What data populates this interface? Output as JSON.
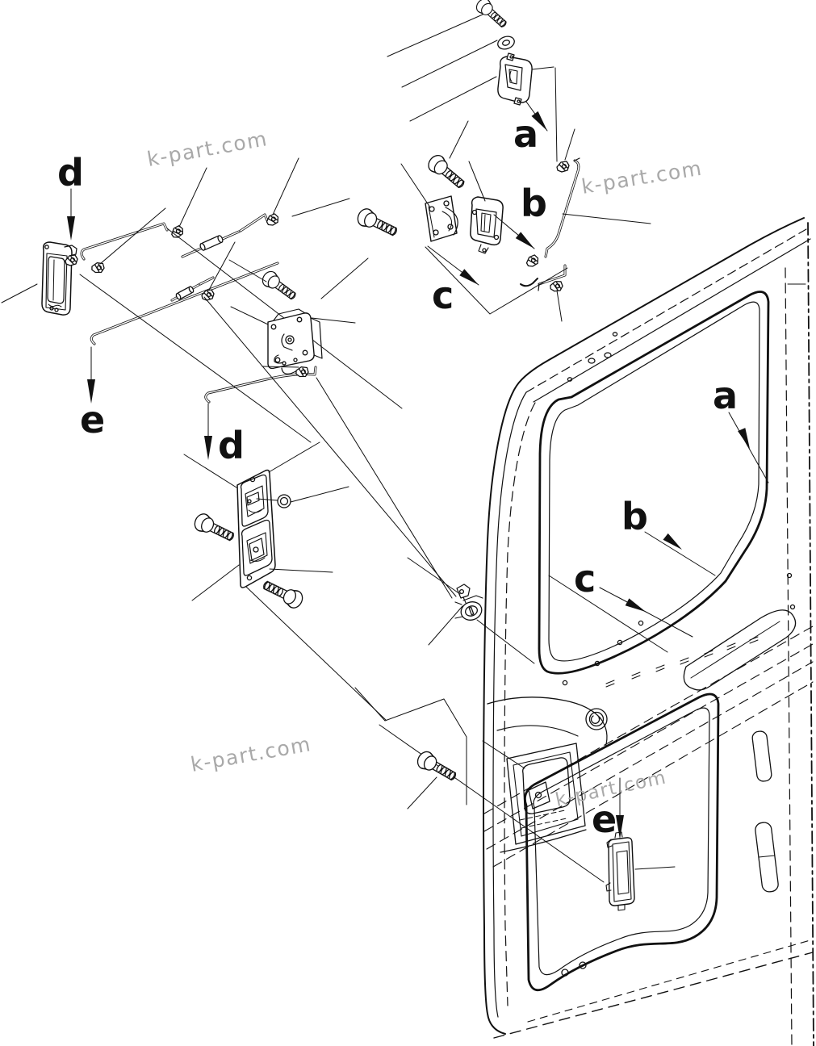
{
  "figure": {
    "type": "exploded-parts-diagram",
    "subject": "vehicle cab door lock, handles and linkage",
    "background": "#ffffff",
    "ink": "#111111",
    "watermark": {
      "text": "k-part.com",
      "color": "#a9a9a9"
    }
  },
  "callouts": {
    "a_top": "a",
    "b_upper": "b",
    "c_upper": "c",
    "d_left": "d",
    "e_left": "e",
    "d_mid": "d",
    "a_door": "a",
    "b_door": "b",
    "c_door": "c",
    "e_door": "e"
  },
  "parts": {
    "top_bolt": "hex-flange-bolt",
    "washer": "plain-washer",
    "striker": "door-lock-striker",
    "mounting_plate": "lock-mounting-plate",
    "lock_body": "door-lock-body",
    "link_rods": "control-link-rods",
    "rod_clips": "rod-snap-clips",
    "outer_handle": "outer-door-handle",
    "latch": "door-latch-assembly",
    "inner_handle_plate": "inner-handle-bezel",
    "grommet": "grommet-plug",
    "lock_cylinder": "key-lock-cylinder",
    "escutcheon": "escutcheon-cover",
    "door": "door-shell-panel"
  }
}
